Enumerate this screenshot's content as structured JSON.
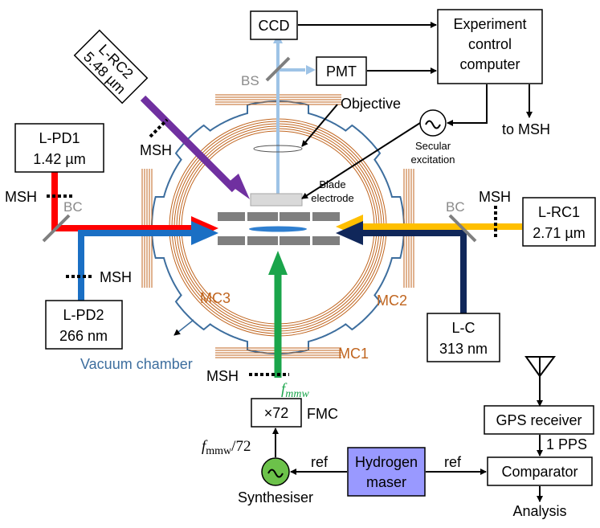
{
  "boxes": {
    "ccd": "CCD",
    "pmt": "PMT",
    "computer": [
      "Experiment",
      "control",
      "computer"
    ],
    "lrc2": [
      "L-RC2",
      "5.48 µm"
    ],
    "lpd1": [
      "L-PD1",
      "1.42 µm"
    ],
    "lpd2": [
      "L-PD2",
      "266 nm"
    ],
    "lrc1": [
      "L-RC1",
      "2.71 µm"
    ],
    "lc": [
      "L-C",
      "313 nm"
    ],
    "x72": "×72",
    "gps": "GPS receiver",
    "comparator": "Comparator",
    "maser": [
      "Hydrogen",
      "maser"
    ]
  },
  "labels": {
    "bs": "BS",
    "bc_left": "BC",
    "bc_right": "BC",
    "objective": "Objective",
    "secular": [
      "Secular",
      "excitation"
    ],
    "blade": [
      "Blade",
      "electrode"
    ],
    "to_msh": "to MSH",
    "msh": "MSH",
    "mc1": "MC1",
    "mc2": "MC2",
    "mc3": "MC3",
    "vacuum": "Vacuum chamber",
    "fmc": "FMC",
    "fmmw_f": "f",
    "fmmw_sub": "mmw",
    "fmmw72_f": "f",
    "fmmw72_sub": "mmw",
    "fmmw72_div": "/72",
    "synth": "Synthesiser",
    "ref_left": "ref",
    "ref_right": "ref",
    "pps": "1 PPS",
    "analysis": "Analysis"
  },
  "colors": {
    "red": "#ff0000",
    "blue": "#1a6fc4",
    "orange": "#ffbf00",
    "navy": "#10275a",
    "purple": "#7030a0",
    "lightblue": "#9ec3e6",
    "green": "#1aa54b",
    "chamber": "#3d6e9e",
    "coil": "#c0651f",
    "maser": "#9999ff"
  }
}
